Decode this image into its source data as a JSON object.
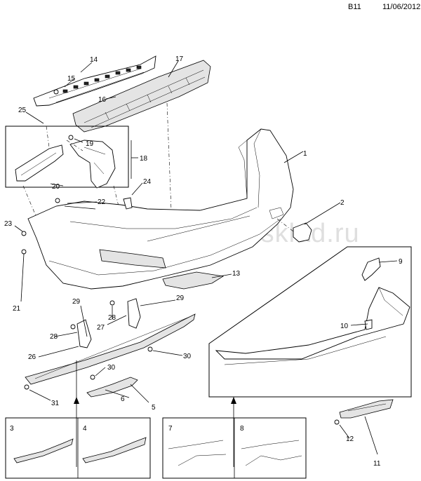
{
  "header": {
    "code": "B11",
    "date": "11/06/2012"
  },
  "watermark": "www.gmsklad.ru",
  "callouts": [
    "1",
    "2",
    "3",
    "4",
    "5",
    "6",
    "7",
    "8",
    "9",
    "10",
    "11",
    "12",
    "13",
    "14",
    "15",
    "16",
    "17",
    "18",
    "19",
    "20",
    "21",
    "22",
    "23",
    "24",
    "25",
    "26",
    "27",
    "28",
    "29",
    "29",
    "30",
    "30",
    "31"
  ],
  "insets": {
    "panel_a": [
      "3",
      "4"
    ],
    "panel_b": [
      "7",
      "8"
    ]
  }
}
